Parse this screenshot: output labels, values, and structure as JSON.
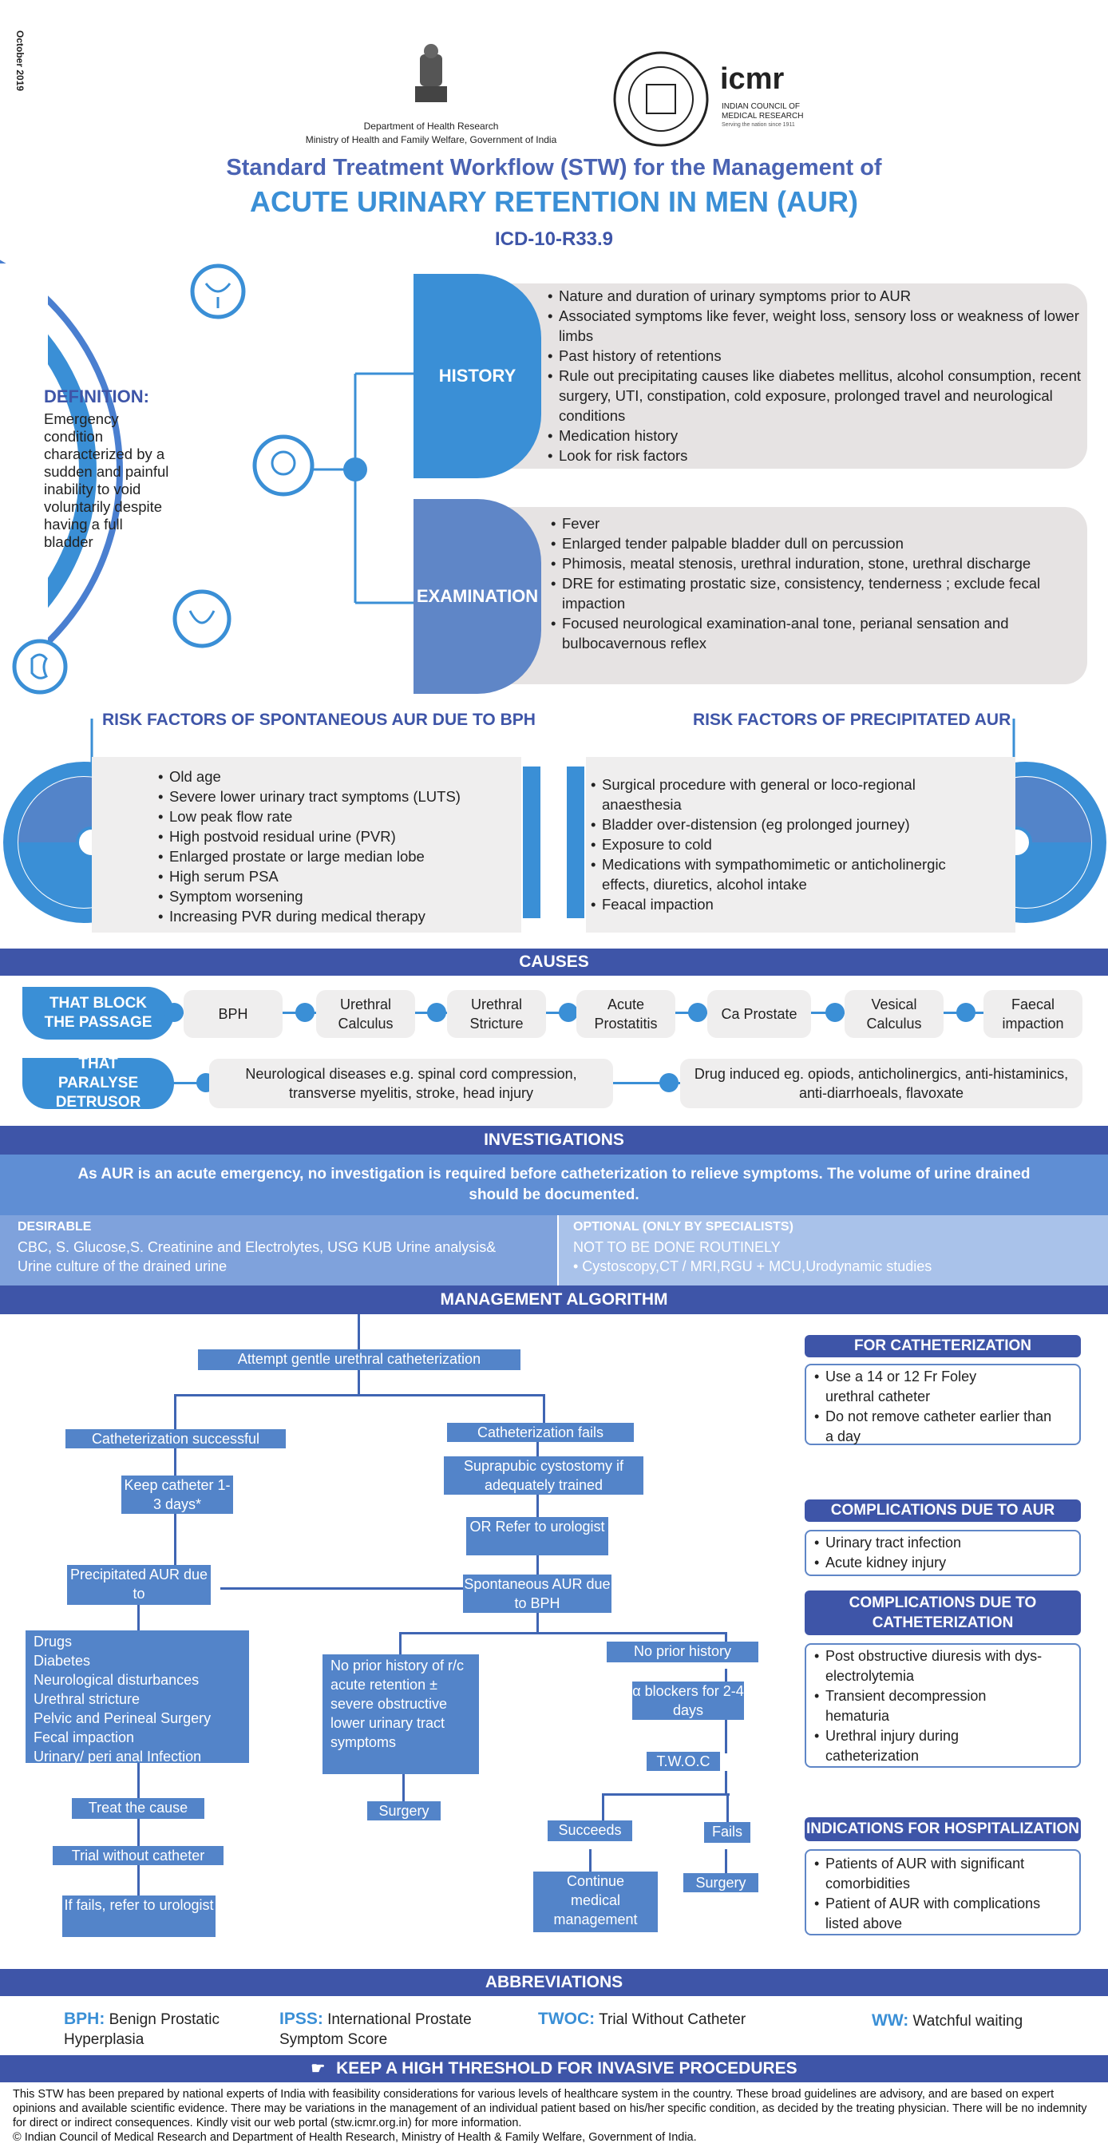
{
  "date_stamp": "October 2019",
  "header": {
    "dept_line1": "Department of Health Research",
    "dept_line2": "Ministry of Health and Family Welfare, Government of India",
    "icmr_logo": "icmr",
    "icmr_name": "INDIAN COUNCIL OF MEDICAL RESEARCH",
    "icmr_tag": "Serving the nation since 1911"
  },
  "title": {
    "line1": "Standard Treatment Workflow (STW) for the Management of",
    "line2": "ACUTE URINARY RETENTION IN MEN (AUR)",
    "line3": "ICD-10-R33.9"
  },
  "definition": {
    "label": "DEFINITION:",
    "text": "Emergency condition characterized by a sudden and painful inability to void voluntarily despite having a full bladder"
  },
  "history": {
    "label": "HISTORY",
    "items": [
      "Nature and duration of urinary symptoms prior to AUR",
      "Associated symptoms like fever, weight loss, sensory loss or weakness of lower limbs",
      "Past history of retentions",
      "Rule out precipitating causes like diabetes mellitus, alcohol consumption, recent surgery, UTI, constipation, cold exposure, prolonged travel and neurological conditions",
      "Medication history",
      "Look for risk factors"
    ]
  },
  "examination": {
    "label": "EXAMINATION",
    "items": [
      "Fever",
      "Enlarged tender palpable bladder dull on percussion",
      "Phimosis, meatal stenosis, urethral induration, stone, urethral discharge",
      "DRE for estimating prostatic size, consistency, tenderness ; exclude fecal impaction",
      "Focused neurological examination-anal tone, perianal sensation and bulbocavernous reflex"
    ]
  },
  "risk_bph": {
    "title": "RISK FACTORS OF SPONTANEOUS AUR DUE TO BPH",
    "items": [
      "Old age",
      "Severe lower urinary tract symptoms (LUTS)",
      "Low peak flow rate",
      "High postvoid residual urine (PVR)",
      "Enlarged prostate or large median lobe",
      "High serum PSA",
      "Symptom worsening",
      "Increasing PVR during medical therapy"
    ]
  },
  "risk_precip": {
    "title": "RISK FACTORS OF PRECIPITATED AUR",
    "items": [
      "Surgical procedure with general or loco-regional anaesthesia",
      "Bladder over-distension (eg prolonged journey)",
      "Exposure to cold",
      "Medications with sympathomimetic or anticholinergic effects, diuretics, alcohol intake",
      "Feacal impaction"
    ]
  },
  "causes": {
    "title": "CAUSES",
    "block_label": "THAT BLOCK THE PASSAGE",
    "block_items": [
      "BPH",
      "Urethral Calculus",
      "Urethral Stricture",
      "Acute Prostatitis",
      "Ca Prostate",
      "Vesical Calculus",
      "Faecal impaction"
    ],
    "paralyse_label": "THAT PARALYSE DETRUSOR",
    "paralyse_items": [
      "Neurological diseases e.g. spinal cord compression, transverse myelitis, stroke, head injury",
      "Drug induced eg. opiods, anticholinergics, anti-histaminics, anti-diarrhoeals, flavoxate"
    ]
  },
  "investigations": {
    "title": "INVESTIGATIONS",
    "note": "As AUR is an acute emergency, no investigation is required before catheterization to relieve symptoms. The volume of urine drained should be documented.",
    "desirable_label": "DESIRABLE",
    "desirable_text": "CBC, S. Glucose,S. Creatinine and Electrolytes, USG KUB Urine analysis& Urine culture of the drained urine",
    "optional_label": "OPTIONAL (ONLY BY SPECIALISTS)",
    "optional_line1": "NOT TO BE DONE ROUTINELY",
    "optional_line2": "• Cystoscopy,CT / MRI,RGU + MCU,Urodynamic studies"
  },
  "algorithm": {
    "title": "MANAGEMENT ALGORITHM",
    "attempt": "Attempt gentle urethral catheterization",
    "success": "Catheterization successful",
    "fails": "Catheterization fails",
    "keep": "Keep catheter 1-3 days*",
    "suprapubic": "Suprapubic cystostomy if adequately trained",
    "or_refer": "OR Refer to urologist",
    "precipitated": "Precipitated AUR due to",
    "spontaneous": "Spontaneous AUR due to BPH",
    "causes_list": [
      "Drugs",
      "Diabetes",
      "Neurological disturbances",
      "Urethral stricture",
      "Pelvic and Perineal Surgery",
      "Fecal impaction",
      "Urinary/ peri anal Infection"
    ],
    "prior_history": "No prior history of r/c acute retention ± severe obstructive lower urinary tract symptoms",
    "no_prior": "No prior history",
    "alpha": "α blockers for 2-4 days",
    "twoc": "T.W.O.C",
    "treat": "Treat the cause",
    "trial": "Trial without catheter",
    "if_fails": "If fails, refer to urologist",
    "surgery_left": "Surgery",
    "succeeds": "Succeeds",
    "fails_short": "Fails",
    "continue": "Continue medical management",
    "surgery_right": "Surgery"
  },
  "sidebar": {
    "cath_title": "FOR CATHETERIZATION",
    "cath_items": [
      "Use a 14 or 12 Fr Foley urethral catheter",
      "Do not remove catheter earlier than a day"
    ],
    "comp_aur_title": "COMPLICATIONS DUE TO AUR",
    "comp_aur_items": [
      "Urinary tract infection",
      "Acute kidney injury"
    ],
    "comp_cath_title": "COMPLICATIONS DUE TO CATHETERIZATION",
    "comp_cath_items": [
      "Post obstructive diuresis with dys-electrolytemia",
      "Transient decompression hematuria",
      "Urethral injury during catheterization"
    ],
    "hosp_title": "INDICATIONS FOR HOSPITALIZATION",
    "hosp_items": [
      "Patients of AUR with significant comorbidities",
      "Patient of AUR with complications listed above"
    ]
  },
  "abbreviations": {
    "title": "ABBREVIATIONS",
    "items": [
      {
        "abbr": "BPH:",
        "text": "Benign Prostatic Hyperplasia"
      },
      {
        "abbr": "IPSS:",
        "text": "International Prostate Symptom Score"
      },
      {
        "abbr": "TWOC:",
        "text": "Trial Without Catheter"
      },
      {
        "abbr": "WW:",
        "text": "Watchful waiting"
      }
    ]
  },
  "threshold": "KEEP A HIGH THRESHOLD FOR INVASIVE PROCEDURES",
  "footer": {
    "disclaimer": "This STW has been prepared by national experts of India with feasibility considerations for various levels of healthcare system in the country. These broad guidelines are advisory, and are based on expert opinions and available scientific evidence. There may be variations in the management of an individual patient based on his/her specific condition, as decided by the treating physician. There will be no indemnity for direct or indirect consequences. Kindly visit our web portal (stw.icmr.org.in) for more information.",
    "copyright": "© Indian Council of Medical Research and Department of Health Research, Ministry of Health & Family Welfare, Government of India."
  },
  "colors": {
    "dark_blue": "#3e55a8",
    "mid_blue": "#3a8fd6",
    "algo_blue": "#5384c9",
    "grey_box": "#e6e3e3"
  }
}
